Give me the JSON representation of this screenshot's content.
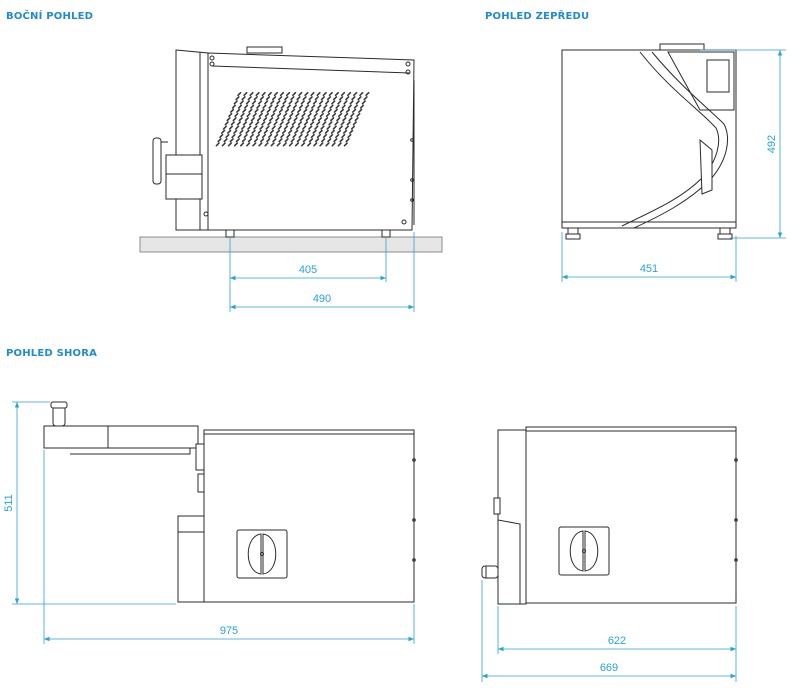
{
  "colors": {
    "accent": "#2aa3d6",
    "title": "#1f8bd0",
    "outline": "#2b2b2b",
    "ground": "#e6e6e6"
  },
  "sections": {
    "side_view": "BOČNÍ POHLED",
    "front_view": "POHLED ZEPŘEDU",
    "top_view": "POHLED SHORA"
  },
  "dimensions": {
    "side_feet_spacing": "405",
    "side_depth": "490",
    "front_width": "451",
    "front_height": "492",
    "top_depth": "511",
    "top_total_length": "975",
    "bottom_length_inner": "622",
    "bottom_length_outer": "669"
  }
}
